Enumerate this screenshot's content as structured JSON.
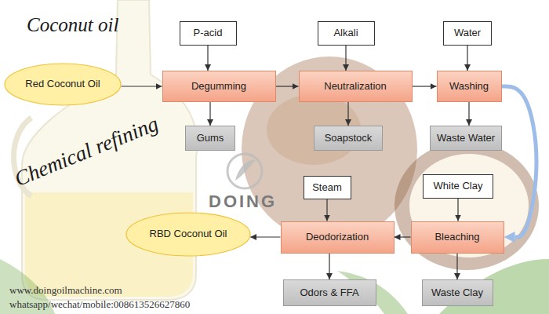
{
  "diagram": {
    "title": "Coconut oil",
    "nodes": [
      {
        "text": [
          "Red Coconut Oil"
        ]
      },
      {
        "text": [
          "P-acid"
        ]
      },
      {
        "text": [
          "Degumming"
        ]
      },
      {
        "text": [
          "Gums"
        ]
      },
      {
        "text": [
          "Alkali"
        ]
      },
      {
        "text": [
          "Neutralization"
        ]
      },
      {
        "text": [
          "Soapstock"
        ]
      },
      {
        "text": [
          "Water"
        ]
      },
      {
        "text": [
          "Washing"
        ]
      },
      {
        "text": [
          "Waste Water"
        ]
      },
      {
        "text": [
          "White Clay"
        ]
      },
      {
        "text": [
          "Bleaching"
        ]
      },
      {
        "text": [
          "Waste Clay"
        ]
      },
      {
        "text": [
          "Steam"
        ]
      },
      {
        "text": [
          "Deodorization"
        ]
      },
      {
        "text": [
          "Odors & FFA"
        ]
      },
      {
        "text": [
          "RBD Coconut Oil"
        ]
      }
    ],
    "edges": [
      {
        "from": 0,
        "to": 2,
        "arrow": "to"
      },
      {
        "from": 1,
        "to": 2,
        "arrow": "to"
      },
      {
        "from": 2,
        "to": 3,
        "arrow": "to"
      },
      {
        "from": 2,
        "to": 5,
        "arrow": "to"
      },
      {
        "from": 4,
        "to": 5,
        "arrow": "to"
      },
      {
        "from": 5,
        "to": 6,
        "arrow": "to"
      },
      {
        "from": 5,
        "to": 8,
        "arrow": "to"
      },
      {
        "from": 7,
        "to": 8,
        "arrow": "to"
      },
      {
        "from": 8,
        "to": 9,
        "arrow": "to"
      },
      {
        "from": 8,
        "to": 11,
        "arrow": "to"
      },
      {
        "from": 10,
        "to": 11,
        "arrow": "to"
      },
      {
        "from": 11,
        "to": 12,
        "arrow": "to"
      },
      {
        "from": 11,
        "to": 14,
        "arrow": "to"
      },
      {
        "from": 13,
        "to": 14,
        "arrow": "to"
      },
      {
        "from": 14,
        "to": 15,
        "arrow": "to"
      },
      {
        "from": 14,
        "to": 16,
        "arrow": "to"
      }
    ],
    "labels": [
      "Chemical refining",
      "DOING",
      "www.doingoilmachine.com",
      "whatsapp/wechat/mobile:008613526627860"
    ]
  }
}
